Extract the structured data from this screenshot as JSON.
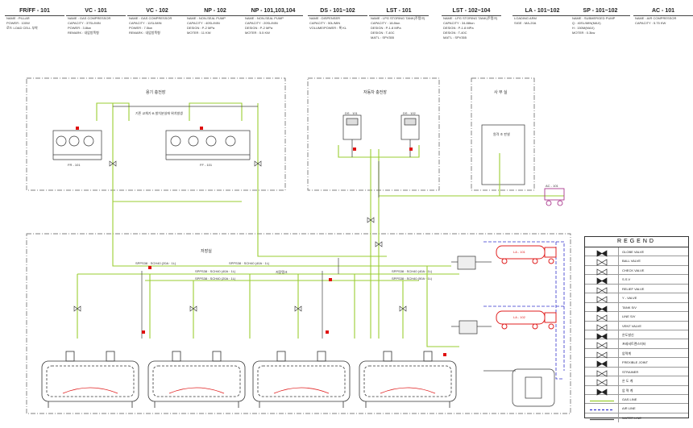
{
  "header": [
    {
      "code": "FR/FF - 101",
      "lines": [
        "NAME : PILLAR",
        "POWER : 100W",
        "로드 LOAD CELL 부착"
      ]
    },
    {
      "code": "VC - 101",
      "lines": [
        "NAME : GAS COMPRESSOR",
        "CAPACITY : 37SL/MIN",
        "POWER : 3.8kw",
        "REMARK : 내압방폭형"
      ]
    },
    {
      "code": "VC - 102",
      "lines": [
        "NAME : GAS COMPRESSOR",
        "CAPACITY : 11SL/MIN",
        "POWER : 7.5kw",
        "REMARK : 내압방폭형"
      ]
    },
    {
      "code": "NP - 102",
      "lines": [
        "NAME : NON-SEAL PUMP",
        "CAPACITY : 40SL/MIN",
        "DESIGN : P-2 MPa",
        "MOTER : 11 KW"
      ]
    },
    {
      "code": "NP - 101,103,104",
      "lines": [
        "NAME : NON-SEAL PUMP",
        "CAPACITY : 20SL/MIN",
        "DESIGN : P-2 MPa",
        "MOTER : 5.5 KW"
      ]
    },
    {
      "code": "DS - 101~102",
      "lines": [
        "NAME : DISPENSER",
        "CAPACITY : 50L/MIN",
        "VOLUME/POWER : 록 KL"
      ]
    },
    {
      "code": "LST - 101",
      "lines": [
        "NAME : LPG STORING TANK(주탱크)",
        "CAPACITY : 18.8ton",
        "DESIGN : P-1.8 MPa",
        "DESIGN : T-40C",
        "MAT'L : SPV355"
      ]
    },
    {
      "code": "LST - 102~104",
      "lines": [
        "NAME : LPG STORING TANK(주탱크)",
        "CAPACITY : 34.88ton",
        "DESIGN : P-1.8 MPa",
        "DESIGN : T-40C",
        "MAT'L : SPV355"
      ]
    },
    {
      "code": "LA - 101~102",
      "lines": [
        "LOADING ARM",
        "SIGE : MA-20A"
      ]
    },
    {
      "code": "SP - 101~102",
      "lines": [
        "NAME : SUBMERGED PUMP",
        "Q : 40SL/MIN(MAX)",
        "H : 150M(MAX)",
        "MOTER : 0.3kw"
      ]
    },
    {
      "code": "AC - 101",
      "lines": [
        "NAME : AIR COMPRESSOR",
        "CAPACITY : 5.75 KW"
      ]
    }
  ],
  "areas": {
    "filling": "용기 충전장",
    "auto_filling": "자동차 충전장",
    "office": "사 무 실",
    "storage": "저장실",
    "control_panel": "원격 조 판넬",
    "cylinder_note": "기존 교체기·B 발치분실에 위치발생",
    "storage_tank_label": "저장탱크"
  },
  "line_labels": {
    "l1": "SPPS38 · SCH40 (20A · 1L)",
    "l2": "SPPS38 · SCH40 (40A · 1L)",
    "l3": "SPPS38 · SCH40 (20A · 1L)",
    "l4": "SPPS38 · SCH40 (40A · 1L)",
    "l5": "SPPS38 · SCH40 (50A · 1L)",
    "l6": "SPPS38 · SCH40 (40A · 1L)"
  },
  "equipment": {
    "fr101": "FR - 101",
    "fr102": "FF - 101",
    "ds101": "DS - 101",
    "ds102": "DS - 102",
    "ac101": "AC - 101",
    "truck1": "LA - 101",
    "truck2": "LA - 102"
  },
  "legend": {
    "title": "REGEND",
    "items": [
      "GLOBE VALVE",
      "BALL VALVE",
      "CHECK VALVE",
      "S.S.V",
      "RELIEF VALVE",
      "Y - VALVE",
      "TANK S/V",
      "LINE S/V",
      "VENT VALVE",
      "온도발신",
      "프레셔트랜스미터",
      "압력계",
      "FREXIBLE JOINT",
      "STRAINER",
      "온 도 계",
      "압 력 계",
      "GAS LINE",
      "AIR LINE",
      "WATER LINE"
    ]
  },
  "colors": {
    "gas_line": "#9acd32",
    "air_line": "#3333cc",
    "water_line": "#444444",
    "fire_red": "#e01010",
    "truck": "#e02020",
    "frame": "#555555"
  }
}
